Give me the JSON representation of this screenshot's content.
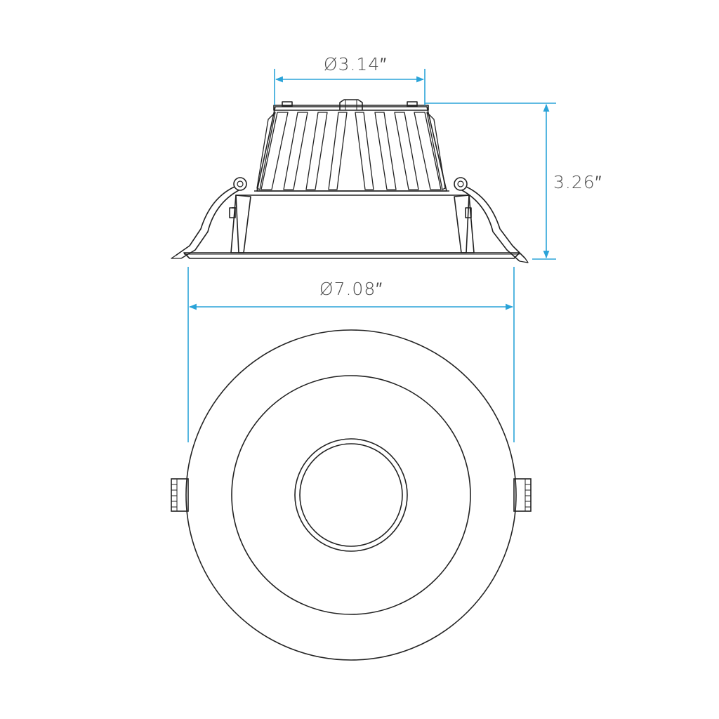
{
  "dimensions": {
    "top_diameter": "Ø3.14″",
    "height": "3.26″",
    "trim_diameter": "Ø7.08″"
  },
  "colors": {
    "dimension_line": "#2aa3d8",
    "outline": "#222222",
    "text": "#4a4a4a"
  },
  "views": [
    "side-view",
    "bottom-view"
  ]
}
